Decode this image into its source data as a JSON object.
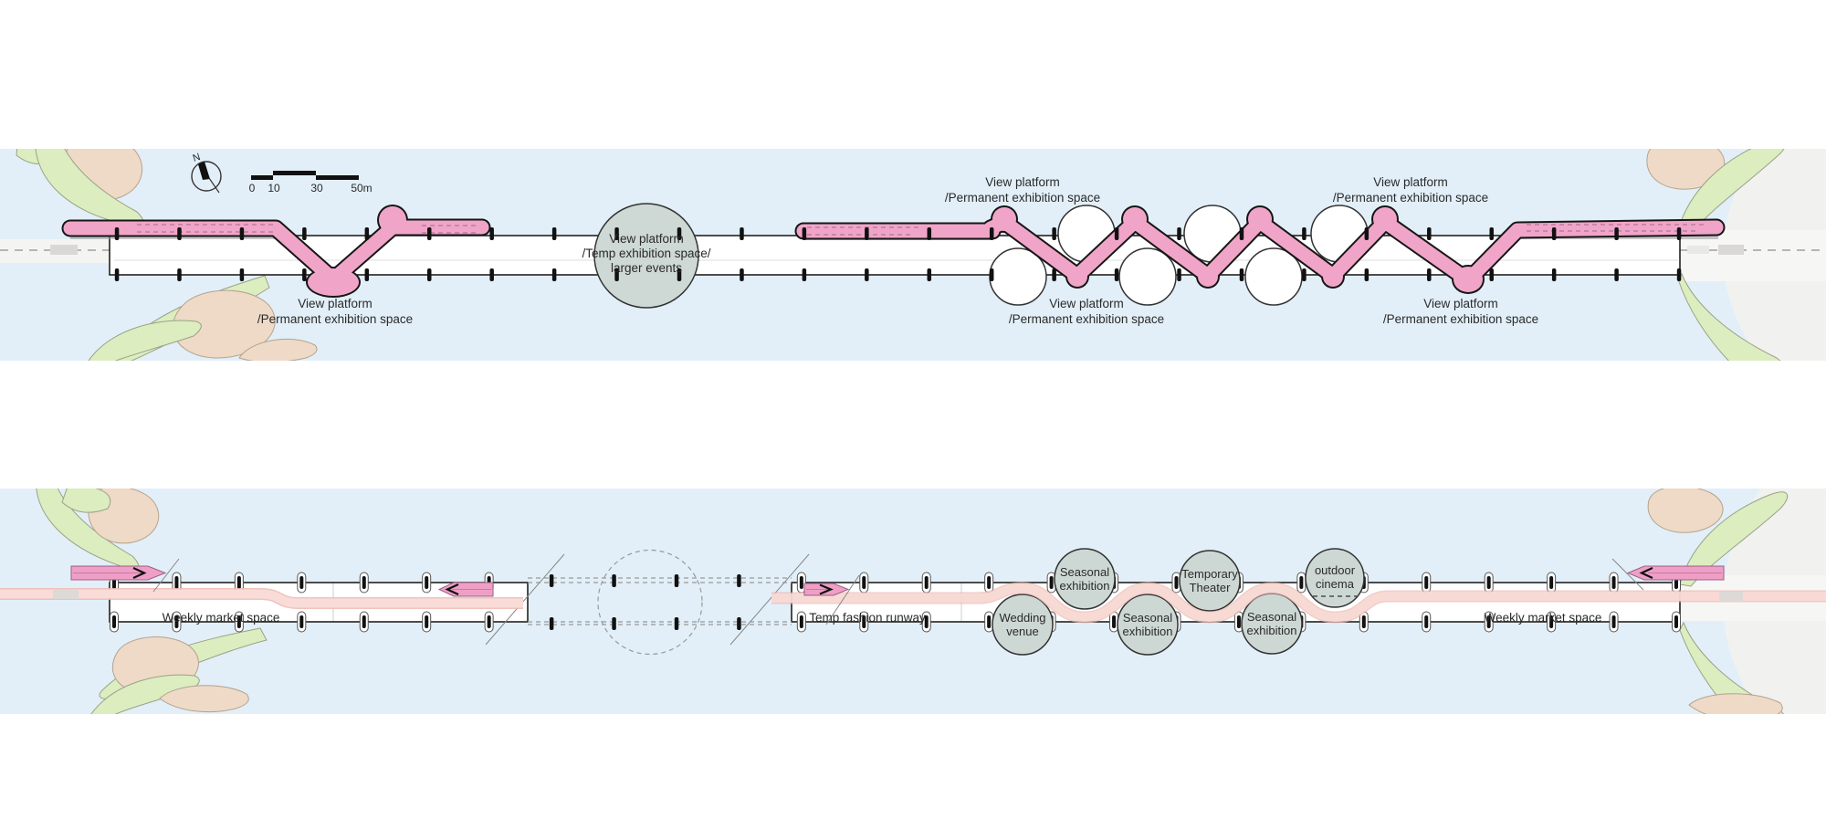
{
  "colors": {
    "water": "#e2eff8",
    "walkway_pink": "#f0a5c8",
    "road_pink": "#f8d8d2",
    "venue_circle_gray": "#cdd8d4",
    "foliage_green": "#dcedc0",
    "foliage_tan": "#eedac6",
    "pier_outline": "#222222"
  },
  "compass": {
    "north_label": "N"
  },
  "scale_bar": {
    "tick_0": "0",
    "tick_10": "10",
    "tick_30": "30",
    "tick_50": "50m"
  },
  "plan_top": {
    "center_hub": {
      "line1": "View platform",
      "line2": "/Temp exhibition space/",
      "line3": "larger events"
    },
    "label_upper_mid": {
      "line1": "View platform",
      "line2": "/Permanent exhibition space"
    },
    "label_upper_right": {
      "line1": "View platform",
      "line2": "/Permanent exhibition space"
    },
    "label_lower_left": {
      "line1": "View platform",
      "line2": "/Permanent exhibition space"
    },
    "label_lower_mid": {
      "line1": "View platform",
      "line2": "/Permanent exhibition space"
    },
    "label_lower_right": {
      "line1": "View platform",
      "line2": "/Permanent exhibition space"
    }
  },
  "plan_bottom": {
    "zone_left": "Weekly market space",
    "zone_mid": "Temp fashion runway",
    "zone_right": "Weekly market space",
    "venues": [
      {
        "line1": "Wedding",
        "line2": "venue"
      },
      {
        "line1": "Seasonal",
        "line2": "exhibition"
      },
      {
        "line1": "Seasonal",
        "line2": "exhibition"
      },
      {
        "line1": "Temporary",
        "line2": "Theater"
      },
      {
        "line1": "Seasonal",
        "line2": "exhibition"
      },
      {
        "line1": "outdoor",
        "line2": "cinema"
      }
    ]
  }
}
